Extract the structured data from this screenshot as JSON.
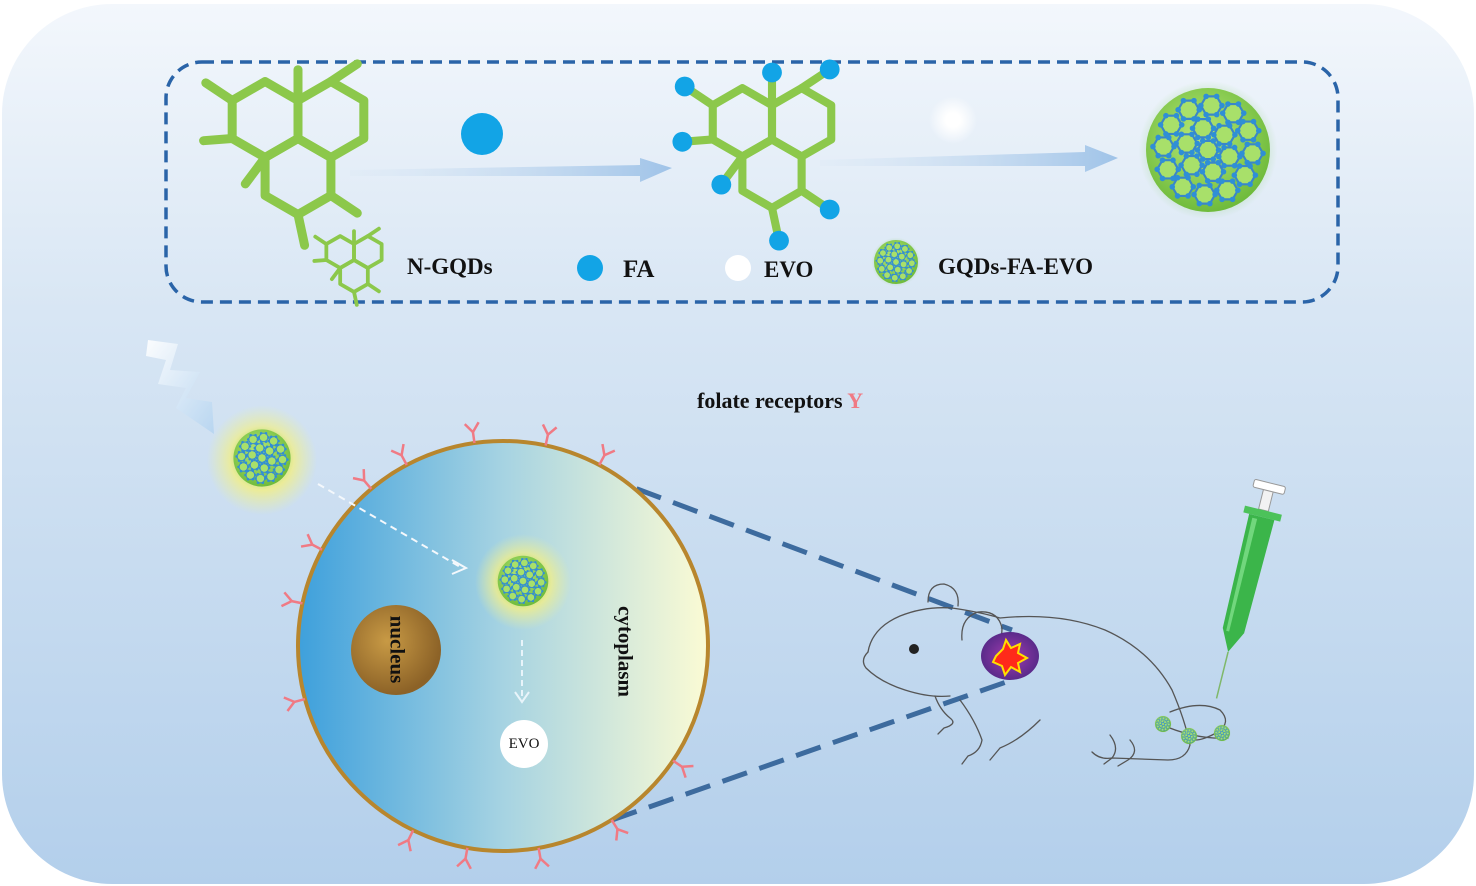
{
  "legend": {
    "ngqds": "N-GQDs",
    "fa": "FA",
    "evo": "EVO",
    "complex": "GQDs-FA-EVO"
  },
  "cell": {
    "receptor_text": "folate receptors",
    "receptor_symbol": "Y",
    "nucleus": "nucleus",
    "cytoplasm": "cytoplasm",
    "evo": "EVO"
  },
  "colors": {
    "graphene": "#8cc84b",
    "fa": "#12a4e6",
    "receptor": "#f07a84",
    "membrane": "#b8862d",
    "nucleus": "#a57a33",
    "dash_frame": "#2a64a8",
    "zoom_line": "#3d6b9e",
    "syringe": "#3bb54a",
    "tumor": "#8b2f9c"
  },
  "icons": [
    "graphene-icon",
    "fa-dot-icon",
    "evo-dot-icon",
    "nanoparticle-icon",
    "arrow-icon",
    "light-bolt-icon",
    "mouse-icon",
    "syringe-icon",
    "tumor-icon"
  ]
}
